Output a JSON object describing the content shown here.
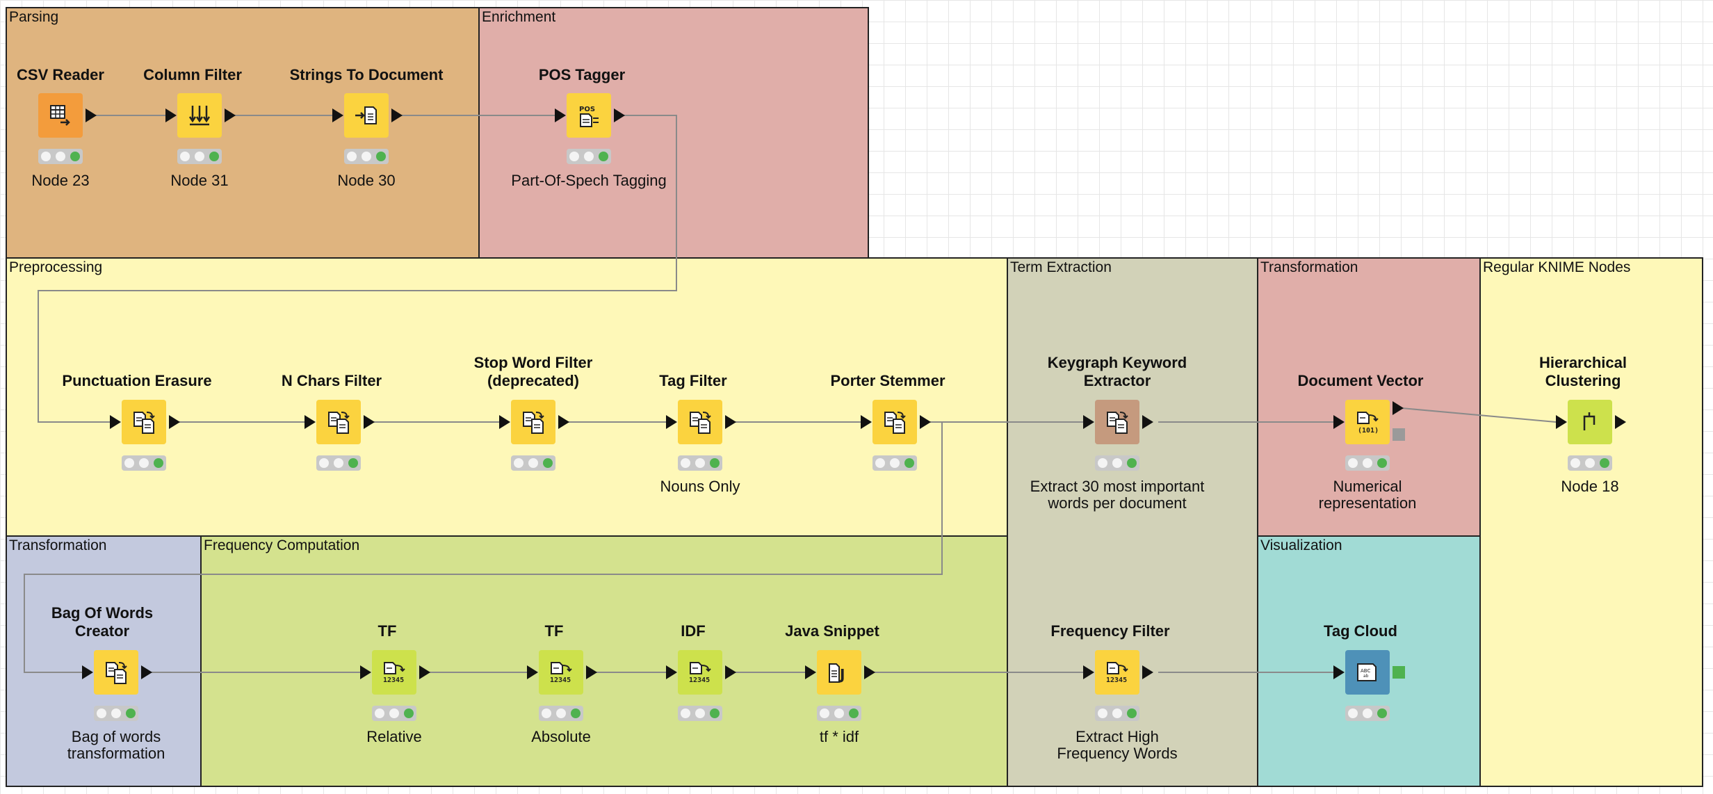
{
  "annotations": [
    {
      "label": "Parsing"
    },
    {
      "label": "Enrichment"
    },
    {
      "label": "Preprocessing"
    },
    {
      "label": "Term Extraction"
    },
    {
      "label": "Transformation"
    },
    {
      "label": "Regular KNIME Nodes"
    },
    {
      "label": "Transformation"
    },
    {
      "label": "Frequency Computation"
    },
    {
      "label": "Visualization"
    }
  ],
  "nodes": [
    {
      "title": "CSV Reader",
      "desc": "Node 23",
      "icon": "table-reader-icon",
      "color": "#f39c3c",
      "status": "green"
    },
    {
      "title": "Column Filter",
      "desc": "Node 31",
      "icon": "column-filter-icon",
      "color": "#fbd33f",
      "status": "green"
    },
    {
      "title": "Strings To Document",
      "desc": "Node 30",
      "icon": "document-convert-icon",
      "color": "#fbd33f",
      "status": "green"
    },
    {
      "title": "POS Tagger",
      "desc": "Part-Of-Spech Tagging",
      "icon": "pos-tagger-icon",
      "color": "#fbd33f",
      "status": "green"
    },
    {
      "title": "Punctuation Erasure",
      "desc": "",
      "icon": "document-process-icon",
      "color": "#fbd33f",
      "status": "green"
    },
    {
      "title": "N Chars Filter",
      "desc": "",
      "icon": "document-process-icon",
      "color": "#fbd33f",
      "status": "green"
    },
    {
      "title": "Stop Word Filter (deprecated)",
      "title1": "Stop Word Filter",
      "title2": "(deprecated)",
      "desc": "",
      "icon": "document-process-icon",
      "color": "#fbd33f",
      "status": "green"
    },
    {
      "title": "Tag Filter",
      "desc": "Nouns Only",
      "icon": "document-process-icon",
      "color": "#fbd33f",
      "status": "green"
    },
    {
      "title": "Porter Stemmer",
      "desc": "",
      "icon": "document-process-icon",
      "color": "#fbd33f",
      "status": "green"
    },
    {
      "title": "Keygraph Keyword Extractor",
      "title1": "Keygraph Keyword",
      "title2": "Extractor",
      "desc": "Extract 30 most important words per document",
      "desc1": "Extract 30 most important",
      "desc2": "words per document",
      "icon": "document-process-icon",
      "color": "#c59a7e",
      "status": "green"
    },
    {
      "title": "Document Vector",
      "desc": "Numerical representation",
      "desc1": "Numerical",
      "desc2": "representation",
      "icon": "document-vector-icon",
      "color": "#fbd33f",
      "status": "green"
    },
    {
      "title": "Hierarchical Clustering",
      "title1": "Hierarchical",
      "title2": "Clustering",
      "desc": "Node 18",
      "icon": "dendrogram-icon",
      "color": "#cde14c",
      "status": "green"
    },
    {
      "title": "Bag Of Words Creator",
      "title1": "Bag Of Words",
      "title2": "Creator",
      "desc": "Bag of words transformation",
      "desc1": "Bag of words",
      "desc2": "transformation",
      "icon": "document-process-icon",
      "color": "#fbd33f",
      "status": "green"
    },
    {
      "title": "TF",
      "desc": "Relative",
      "icon": "frequency-icon",
      "color": "#cde14c",
      "status": "green"
    },
    {
      "title": "TF",
      "desc": "Absolute",
      "icon": "frequency-icon",
      "color": "#cde14c",
      "status": "green"
    },
    {
      "title": "IDF",
      "desc": "",
      "icon": "frequency-icon",
      "color": "#cde14c",
      "status": "green"
    },
    {
      "title": "Java Snippet",
      "desc": "tf * idf",
      "icon": "java-snippet-icon",
      "color": "#fbd33f",
      "status": "green"
    },
    {
      "title": "Frequency Filter",
      "desc": "Extract High Frequency Words",
      "desc1": "Extract High",
      "desc2": "Frequency Words",
      "icon": "frequency-icon",
      "color": "#fbd33f",
      "status": "green"
    },
    {
      "title": "Tag Cloud",
      "desc": "",
      "icon": "tag-cloud-icon",
      "color": "#4e91b8",
      "status": "green"
    }
  ]
}
